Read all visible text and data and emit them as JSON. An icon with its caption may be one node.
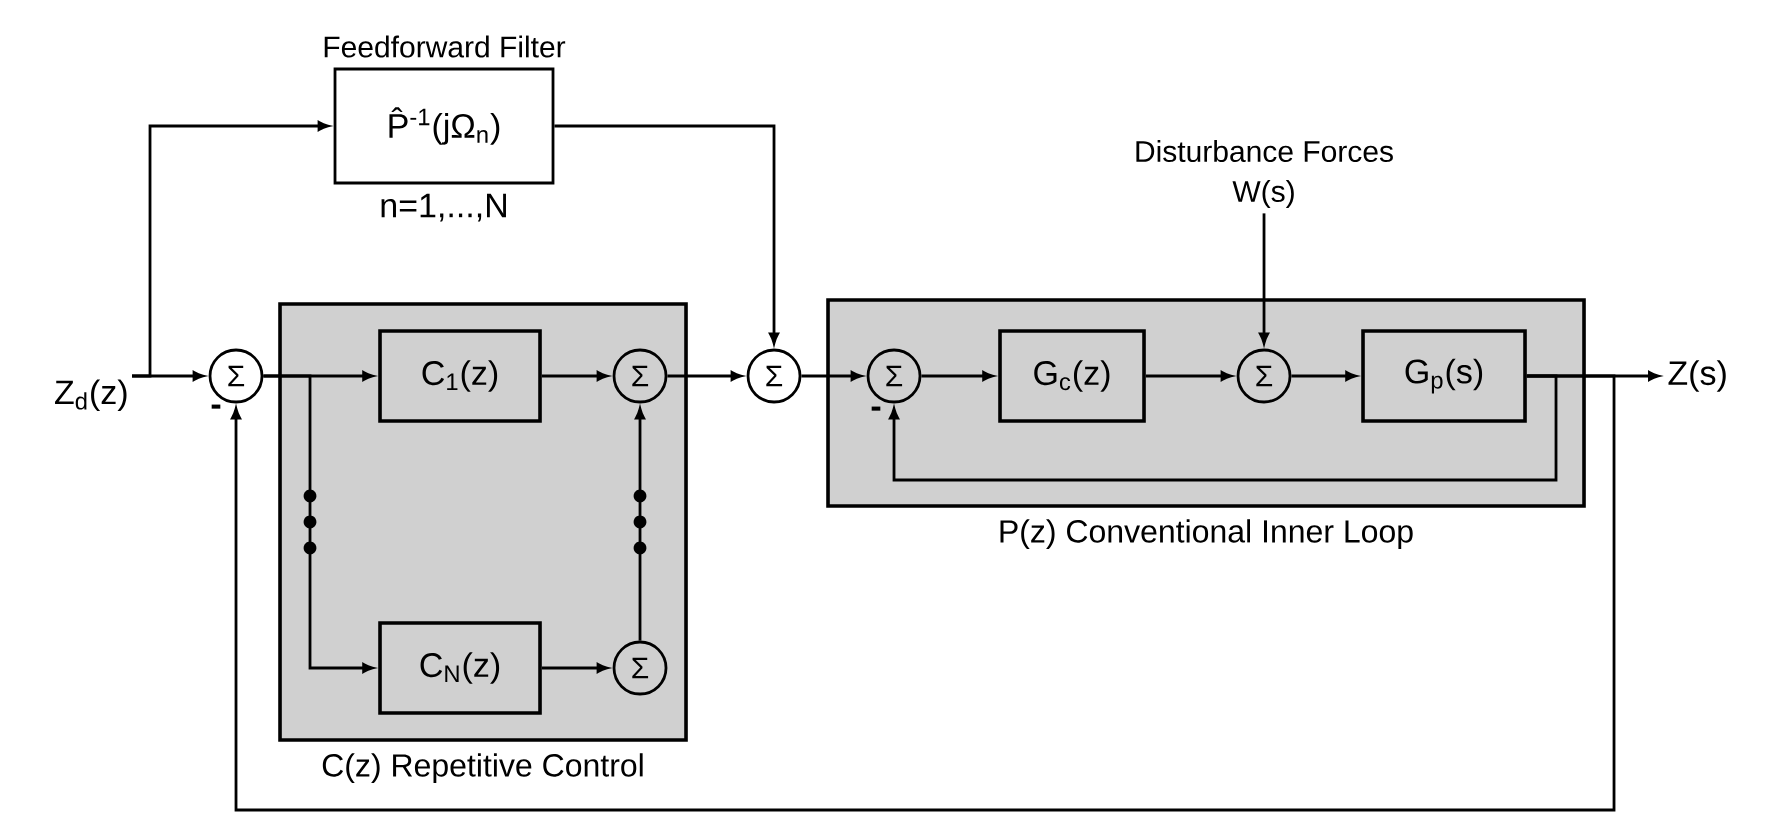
{
  "diagram": {
    "nodes": [
      {
        "text": [
          "Z$_{d}$(z)"
        ]
      },
      {
        "text": [
          "Σ"
        ]
      },
      {
        "text": [
          "C(z) Repetitive Control"
        ]
      },
      {
        "text": [
          "C$_{1}$(z)"
        ],
        "in": 2
      },
      {
        "text": [
          "Σ"
        ],
        "in": 2
      },
      {
        "text": [
          "C$_{N}$(z)"
        ],
        "in": 2
      },
      {
        "text": [
          "Σ"
        ],
        "in": 2
      },
      {
        "text": [
          "Feedforward Filter",
          "P̂$^{-1}$(jΩ$_{n}$)"
        ],
        "beside": [
          "n=1,...,N"
        ]
      },
      {
        "text": [
          "Σ"
        ]
      },
      {
        "text": [
          "P(z) Conventional Inner Loop"
        ]
      },
      {
        "text": [
          "Σ"
        ],
        "in": 9
      },
      {
        "text": [
          "G$_{c}$(z)"
        ],
        "in": 9
      },
      {
        "text": [
          "Σ"
        ],
        "in": 9
      },
      {
        "text": [
          "G$_{p}$(s)"
        ],
        "in": 9
      },
      {
        "text": [
          "Disturbance Forces",
          "W(s)"
        ]
      },
      {
        "text": [
          "Z(s)"
        ]
      }
    ],
    "edges": [
      {
        "from": 0,
        "to": 1,
        "arrow": "to"
      },
      {
        "from": 0,
        "to": 7,
        "arrow": "to"
      },
      {
        "from": 7,
        "to": 8,
        "arrow": "to"
      },
      {
        "from": 1,
        "to": 3,
        "arrow": "to"
      },
      {
        "from": 1,
        "to": 5,
        "arrow": "to"
      },
      {
        "from": 3,
        "to": 4,
        "arrow": "to"
      },
      {
        "from": 5,
        "to": 6,
        "arrow": "to"
      },
      {
        "from": 6,
        "to": 4,
        "arrow": "to"
      },
      {
        "from": 4,
        "to": 8,
        "arrow": "to"
      },
      {
        "from": 8,
        "to": 10,
        "arrow": "to"
      },
      {
        "from": 10,
        "to": 11,
        "arrow": "to"
      },
      {
        "from": 11,
        "to": 12,
        "arrow": "to"
      },
      {
        "from": 12,
        "to": 13,
        "arrow": "to"
      },
      {
        "from": 14,
        "to": 12,
        "arrow": "to"
      },
      {
        "from": 13,
        "to": 15,
        "arrow": "to"
      },
      {
        "from": 13,
        "to": 10,
        "arrow": "to"
      },
      {
        "from": 13,
        "to": 1,
        "arrow": "to"
      }
    ],
    "labels": [
      "-",
      "-"
    ]
  }
}
